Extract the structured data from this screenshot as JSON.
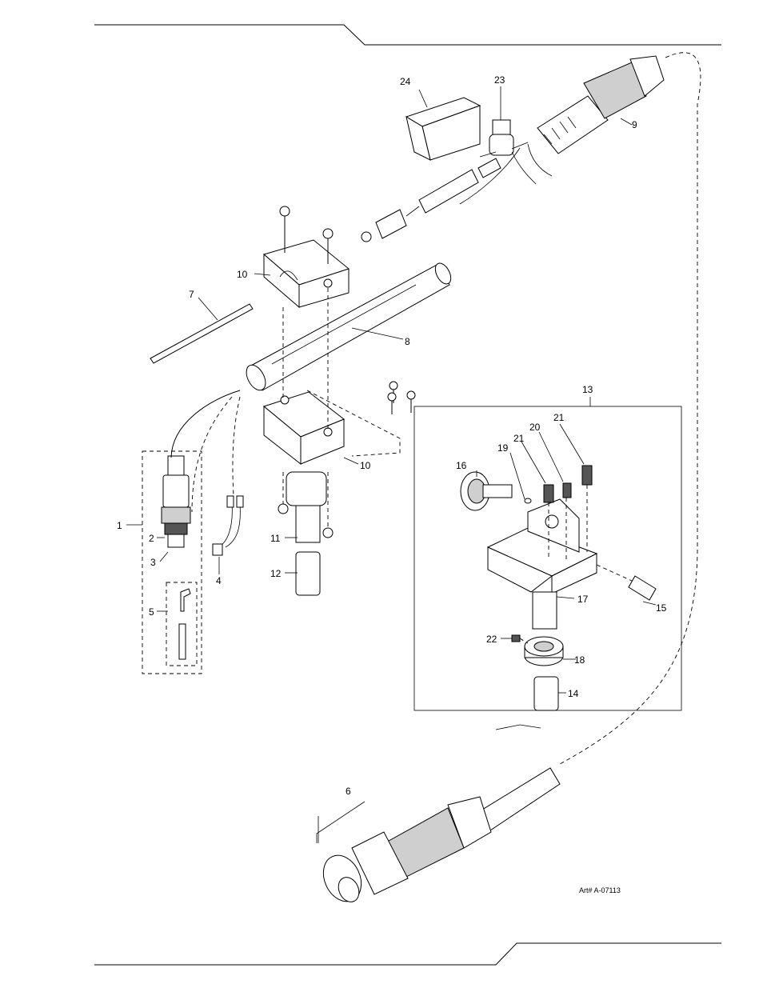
{
  "page": {
    "art_number": "Art# A-07113"
  },
  "callouts": [
    {
      "id": "c1",
      "label": "1"
    },
    {
      "id": "c2",
      "label": "2"
    },
    {
      "id": "c3",
      "label": "3"
    },
    {
      "id": "c4",
      "label": "4"
    },
    {
      "id": "c5",
      "label": "5"
    },
    {
      "id": "c6",
      "label": "6"
    },
    {
      "id": "c7",
      "label": "7"
    },
    {
      "id": "c8",
      "label": "8"
    },
    {
      "id": "c9",
      "label": "9"
    },
    {
      "id": "c10a",
      "label": "10"
    },
    {
      "id": "c10b",
      "label": "10"
    },
    {
      "id": "c11",
      "label": "11"
    },
    {
      "id": "c12",
      "label": "12"
    },
    {
      "id": "c13",
      "label": "13"
    },
    {
      "id": "c14",
      "label": "14"
    },
    {
      "id": "c15",
      "label": "15"
    },
    {
      "id": "c16",
      "label": "16"
    },
    {
      "id": "c17",
      "label": "17"
    },
    {
      "id": "c18",
      "label": "18"
    },
    {
      "id": "c19",
      "label": "19"
    },
    {
      "id": "c20",
      "label": "20"
    },
    {
      "id": "c21a",
      "label": "21"
    },
    {
      "id": "c21b",
      "label": "21"
    },
    {
      "id": "c22",
      "label": "22"
    },
    {
      "id": "c23",
      "label": "23"
    },
    {
      "id": "c24",
      "label": "24"
    }
  ]
}
